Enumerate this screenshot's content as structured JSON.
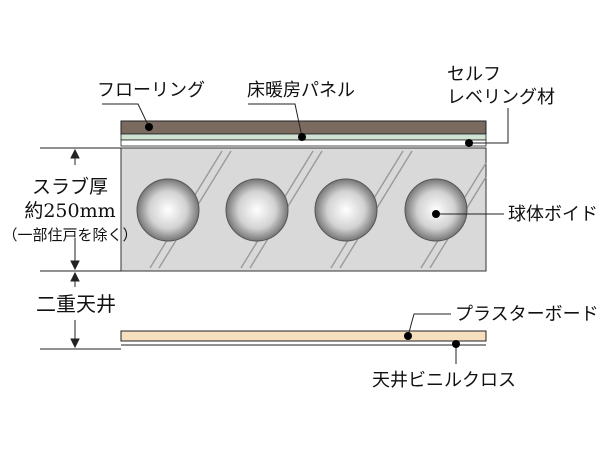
{
  "labels": {
    "flooring": "フローリング",
    "floor_heating_panel": "床暖房パネル",
    "self_leveling_line1": "セルフ",
    "self_leveling_line2": "レベリング材",
    "slab_line1": "スラブ厚",
    "slab_line2": "約250mm",
    "slab_line3": "（一部住戸を除く）",
    "double_ceiling": "二重天井",
    "spherical_void": "球体ボイド",
    "plaster_board": "プラスターボード",
    "ceiling_vinyl_cloth": "天井ビニルクロス"
  },
  "colors": {
    "flooring": "#7a6a5f",
    "heating_panel": "#cfe3d5",
    "slab": "#d9d9d9",
    "plaster_board": "#f6dfbf",
    "line": "#222222"
  },
  "void_count": 4
}
